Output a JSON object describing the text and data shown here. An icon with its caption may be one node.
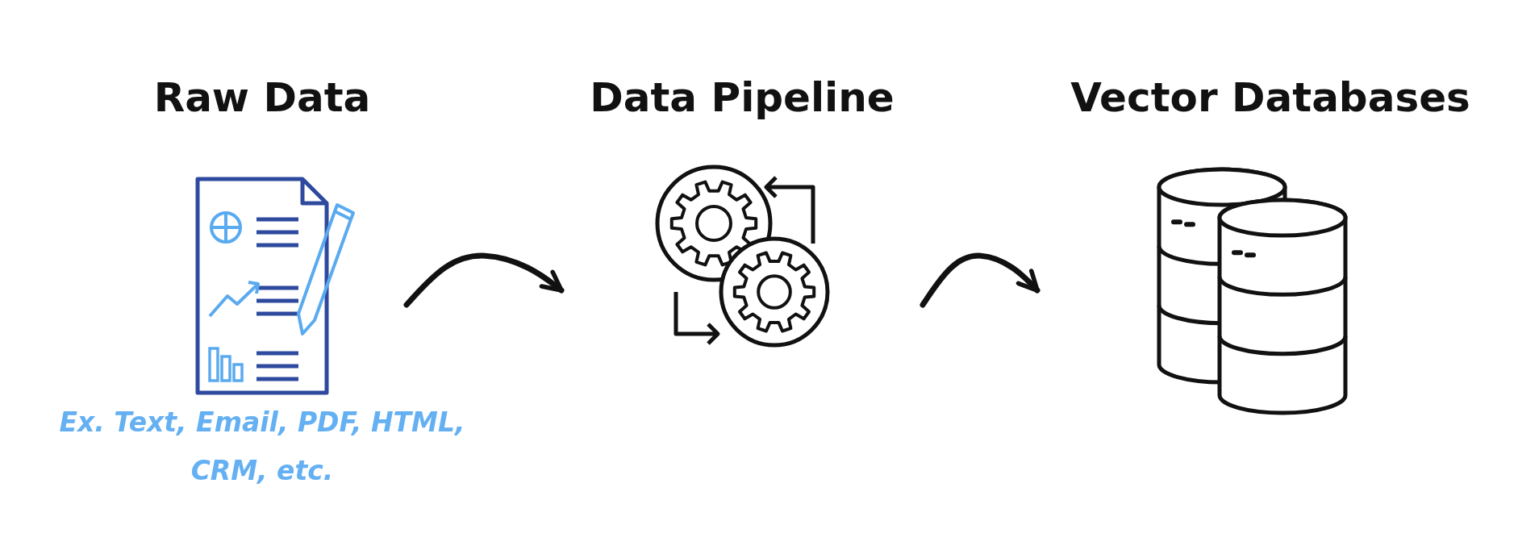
{
  "diagram": {
    "nodes": [
      {
        "text": [
          "Raw Data"
        ],
        "beside": [
          "Ex. Text, Email, PDF, HTML, CRM, etc."
        ]
      },
      {
        "text": [
          "Data Pipeline"
        ]
      },
      {
        "text": [
          "Vector Databases"
        ]
      }
    ],
    "edges": [
      {
        "from": 0,
        "to": 1,
        "arrow": "to"
      },
      {
        "from": 1,
        "to": 2,
        "arrow": "to"
      }
    ]
  }
}
